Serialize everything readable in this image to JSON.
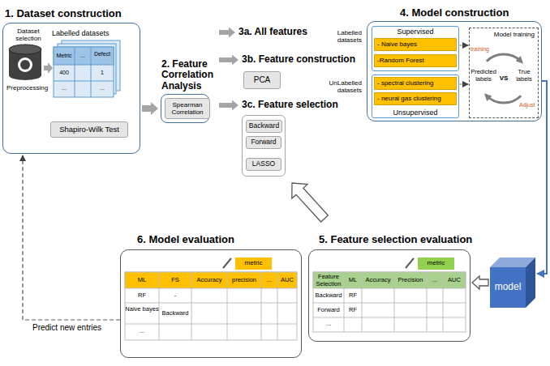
{
  "diagram": {
    "nodes": [
      {
        "text": [
          "1. Dataset construction"
        ]
      },
      {
        "text": [
          "Dataset selection"
        ],
        "in": 0
      },
      {
        "text": [
          "Labelled datasets"
        ],
        "in": 0
      },
      {
        "text": [
          "Shapiro-Wilk Test"
        ],
        "in": 0
      },
      {
        "text": [
          "2. Feature Correlation Analysis"
        ]
      },
      {
        "text": [
          "Spearman Correlation"
        ],
        "in": 4
      },
      {
        "text": [
          "3a. All features"
        ]
      },
      {
        "text": [
          "3b. Feature construction",
          "PCA"
        ]
      },
      {
        "text": [
          "3c. Feature selection"
        ]
      },
      {
        "text": [
          "Backward"
        ],
        "in": 8
      },
      {
        "text": [
          "Forward"
        ],
        "in": 8
      },
      {
        "text": [
          "LASSO"
        ],
        "in": 8
      },
      {
        "text": [
          "4. Model construction"
        ]
      },
      {
        "text": [
          "Supervised"
        ],
        "in": 12
      },
      {
        "text": [
          "- Naive bayes"
        ],
        "in": 13
      },
      {
        "text": [
          "-Random Forest"
        ],
        "in": 13
      },
      {
        "text": [
          "Unsupervised"
        ],
        "in": 12
      },
      {
        "text": [
          "- spectral clustering"
        ],
        "in": 16
      },
      {
        "text": [
          "- neural gas clustering"
        ],
        "in": 16
      },
      {
        "text": [
          "Model training",
          "Predicted labels",
          "VS",
          "True labels"
        ],
        "in": 12
      },
      {
        "text": [
          "model"
        ]
      },
      {
        "text": [
          "5. Feature selection evaluation"
        ]
      },
      {
        "text": [
          "6. Model evaluation"
        ]
      }
    ],
    "edges": [
      {
        "from": 0,
        "to": 4,
        "arrow": "to"
      },
      {
        "from": 4,
        "to": 6,
        "arrow": "to"
      },
      {
        "from": 4,
        "to": 7,
        "arrow": "to"
      },
      {
        "from": 4,
        "to": 8,
        "arrow": "to"
      },
      {
        "from": 13,
        "to": 19,
        "arrow": "to"
      },
      {
        "from": 16,
        "to": 19,
        "arrow": "to"
      },
      {
        "from": 12,
        "to": 20,
        "arrow": "to"
      },
      {
        "from": 20,
        "to": 21,
        "arrow": "to"
      },
      {
        "from": 21,
        "to": 8,
        "arrow": "to"
      },
      {
        "from": 22,
        "to": 0,
        "label": "Predict new entries",
        "arrow": "to"
      }
    ],
    "labels": [
      "Preprocessing",
      "Metric",
      "...",
      "Defect",
      "400",
      "1",
      "...",
      "...",
      "Labelled datasets",
      "UnLabelled datasets",
      "training",
      "Adjust",
      "metric",
      "Feature Selection",
      "ML",
      "Accuracy",
      "Precision",
      "...",
      "AUC",
      "Backward",
      "RF",
      "Forward",
      "RF",
      "...",
      "metric",
      "ML",
      "FS",
      "Accuracy",
      "precision",
      "...",
      "AUC",
      "RF",
      "-",
      "Naive bayes",
      "Backward",
      "..."
    ]
  }
}
